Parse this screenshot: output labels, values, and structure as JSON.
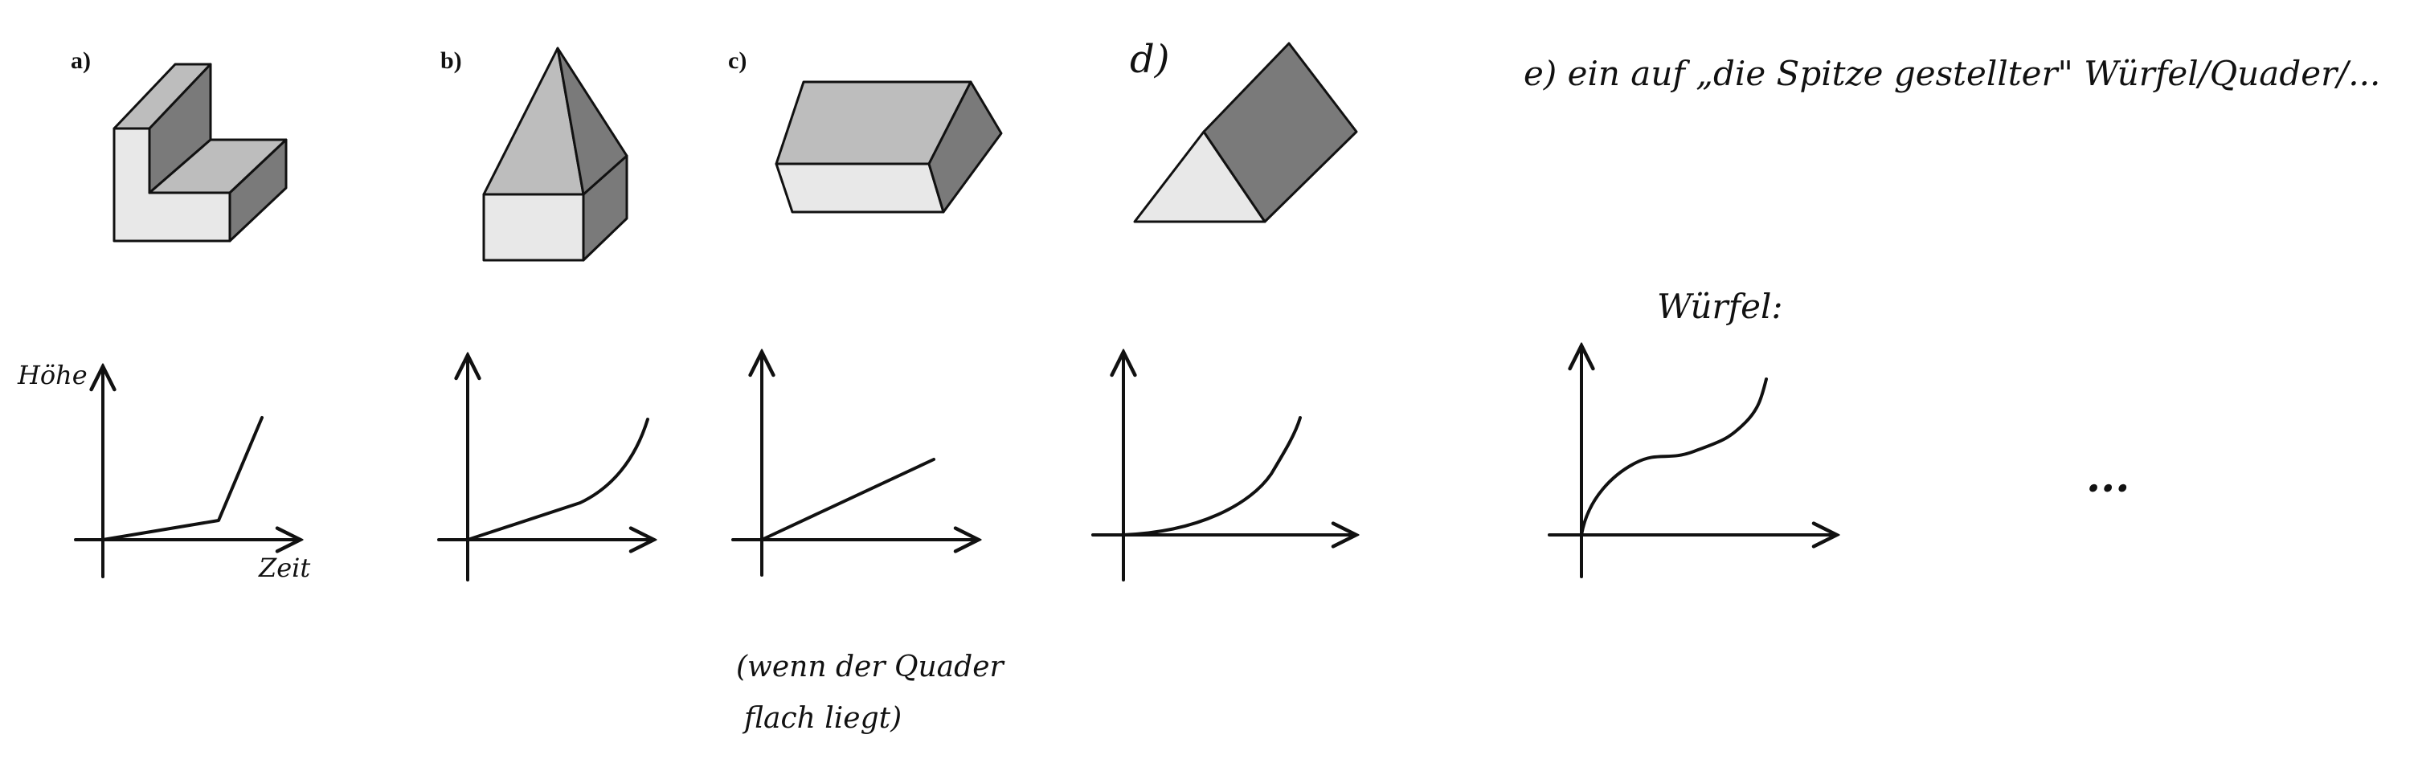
{
  "panels": {
    "a": {
      "label": "a)",
      "y_axis_label": "Höhe",
      "x_axis_label": "Zeit"
    },
    "b": {
      "label": "b)"
    },
    "c": {
      "label": "c)",
      "note_line1": "(wenn der Quader",
      "note_line2": "flach liegt)"
    },
    "d": {
      "label": "d)"
    },
    "e": {
      "text": "e) ein auf „die Spitze gestellter\" Würfel/Quader/...",
      "subheading": "Würfel:"
    }
  },
  "ellipsis": "...",
  "colors": {
    "light_face": "#e8e8e8",
    "mid_face": "#bdbdbd",
    "dark_face": "#7a7a7a",
    "ink": "#111111"
  }
}
